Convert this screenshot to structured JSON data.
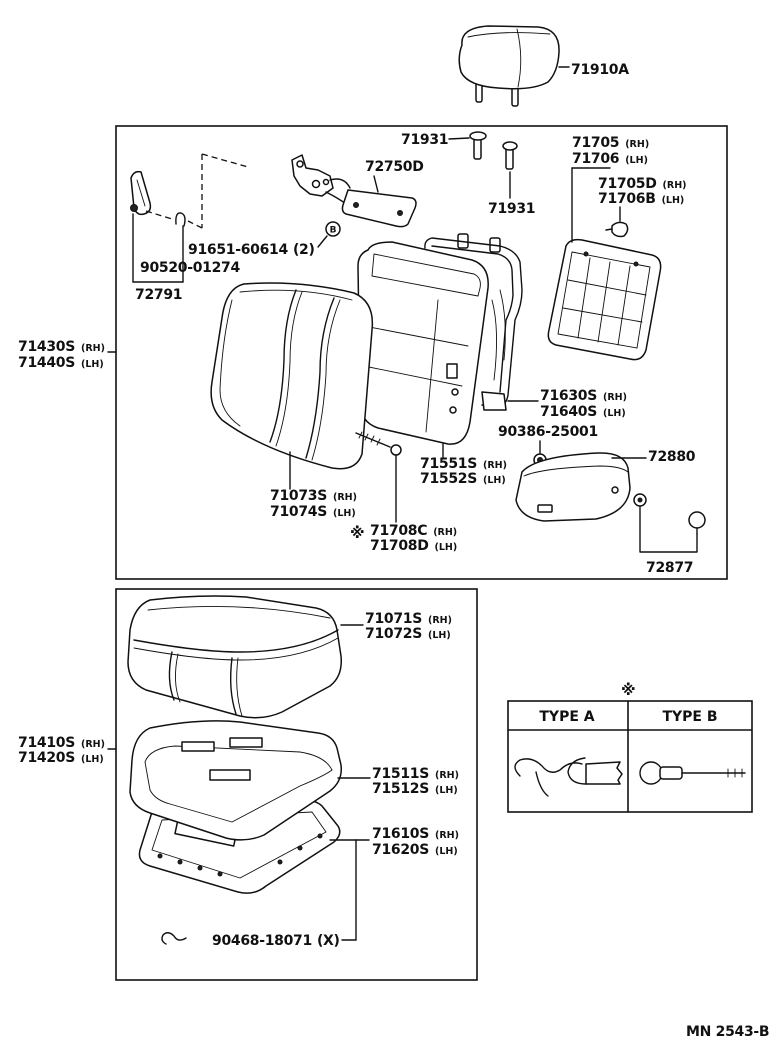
{
  "colors": {
    "line": "#111111",
    "background": "#ffffff"
  },
  "headrest": {
    "part": "71910A"
  },
  "seat_back": {
    "pin_top": {
      "part": "71931"
    },
    "pin_mid": {
      "part": "71931"
    },
    "recliner_cover": {
      "part": "72750D"
    },
    "screw": {
      "part": "91651-60614",
      "qty": "(2)",
      "marker": "B"
    },
    "spring": {
      "part": "90520-01274"
    },
    "lever": {
      "part": "72791"
    },
    "board": [
      {
        "part": "71705",
        "side": "(RH)"
      },
      {
        "part": "71706",
        "side": "(LH)"
      }
    ],
    "board_clip": [
      {
        "part": "71705D",
        "side": "(RH)"
      },
      {
        "part": "71706B",
        "side": "(LH)"
      }
    ],
    "assembly": [
      {
        "part": "71430S",
        "side": "(RH)"
      },
      {
        "part": "71440S",
        "side": "(LH)"
      }
    ],
    "frame": [
      {
        "part": "71630S",
        "side": "(RH)"
      },
      {
        "part": "71640S",
        "side": "(LH)"
      }
    ],
    "nut": {
      "part": "90386-25001"
    },
    "knob": {
      "part": "72880"
    },
    "pad": [
      {
        "part": "71551S",
        "side": "(RH)"
      },
      {
        "part": "71552S",
        "side": "(LH)"
      }
    ],
    "cover": [
      {
        "part": "71073S",
        "side": "(RH)"
      },
      {
        "part": "71074S",
        "side": "(LH)"
      }
    ],
    "hog_ring": {
      "marker": "※",
      "items": [
        {
          "part": "71708C",
          "side": "(RH)"
        },
        {
          "part": "71708D",
          "side": "(LH)"
        }
      ]
    },
    "knob_clip": {
      "part": "72877"
    }
  },
  "seat_cushion": {
    "cover": [
      {
        "part": "71071S",
        "side": "(RH)"
      },
      {
        "part": "71072S",
        "side": "(LH)"
      }
    ],
    "assembly": [
      {
        "part": "71410S",
        "side": "(RH)"
      },
      {
        "part": "71420S",
        "side": "(LH)"
      }
    ],
    "pad": [
      {
        "part": "71511S",
        "side": "(RH)"
      },
      {
        "part": "71512S",
        "side": "(LH)"
      }
    ],
    "frame": [
      {
        "part": "71610S",
        "side": "(RH)"
      },
      {
        "part": "71620S",
        "side": "(LH)"
      }
    ],
    "hog_ring": {
      "part": "90468-18071",
      "qty": "(X)"
    }
  },
  "type_legend": {
    "marker": "※",
    "type_a": "TYPE A",
    "type_b": "TYPE B"
  },
  "footer": {
    "code": "MN 2543-B"
  }
}
